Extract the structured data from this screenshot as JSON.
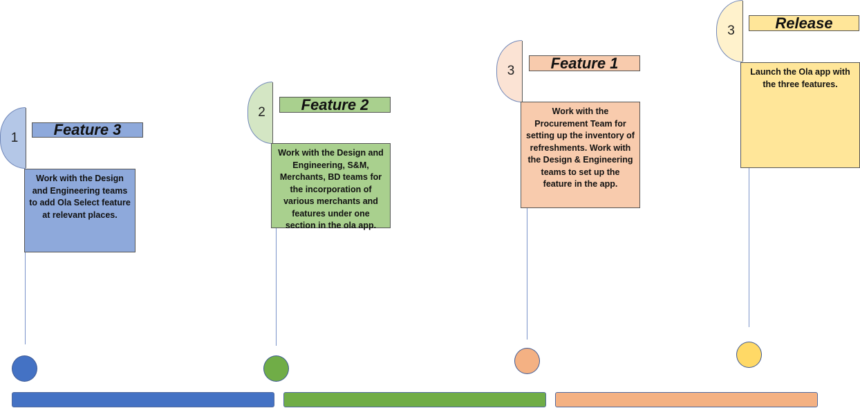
{
  "milestones": [
    {
      "number": "1",
      "title": "Feature 3",
      "description": "Work with the Design and Engineering teams to add Ola Select feature at relevant places.",
      "colors": {
        "box": "#8ea9db",
        "tab": "#b4c7e7",
        "title": "#8ea9db",
        "dot": "#4472c4",
        "bar": "#4472c4"
      }
    },
    {
      "number": "2",
      "title": "Feature 2",
      "description": "Work with the Design and Engineering, S&M, Merchants, BD teams for the incorporation of various merchants and features under one section in the ola app.",
      "colors": {
        "box": "#a9d08e",
        "tab": "#d4e6c4",
        "title": "#a9d08e",
        "dot": "#70ad47",
        "bar": "#70ad47"
      }
    },
    {
      "number": "3",
      "title": "Feature 1",
      "description": "Work with the Procurement Team for setting up the inventory of refreshments. Work with the Design & Engineering teams to set up the feature in the app.",
      "colors": {
        "box": "#f8cbad",
        "tab": "#fbe3d4",
        "title": "#f8cbad",
        "dot": "#f4b183",
        "bar": "#f4b183"
      }
    },
    {
      "number": "3",
      "title": "Release",
      "description": "Launch the Ola app with the three features.",
      "colors": {
        "box": "#ffe699",
        "tab": "#fff2cc",
        "title": "#ffe699",
        "dot": "#ffd966"
      }
    }
  ]
}
